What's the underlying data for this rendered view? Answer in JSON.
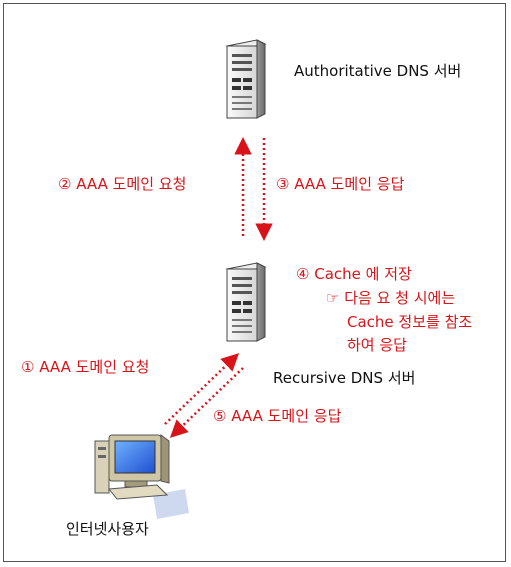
{
  "colors": {
    "accent": "#d8141a",
    "text": "#111111",
    "border": "#555555"
  },
  "nodes": {
    "authoritative_server": {
      "label": "Authoritative DNS 서버",
      "icon": "server-tower-icon"
    },
    "recursive_server": {
      "label": "Recursive DNS 서버",
      "icon": "server-tower-icon"
    },
    "user": {
      "label": "인터넷사용자",
      "icon": "desktop-computer-icon"
    }
  },
  "steps": {
    "s1": "① AAA 도메인 요청",
    "s2": "② AAA 도메인 요청",
    "s3": "③ AAA 도메인 응답",
    "s4": "④ Cache 에 저장",
    "s4_note": [
      "☞ 다음 요 청 시에는",
      "Cache 정보를 참조",
      "하여 응답"
    ],
    "s5": "⑤ AAA 도메인 응답"
  }
}
